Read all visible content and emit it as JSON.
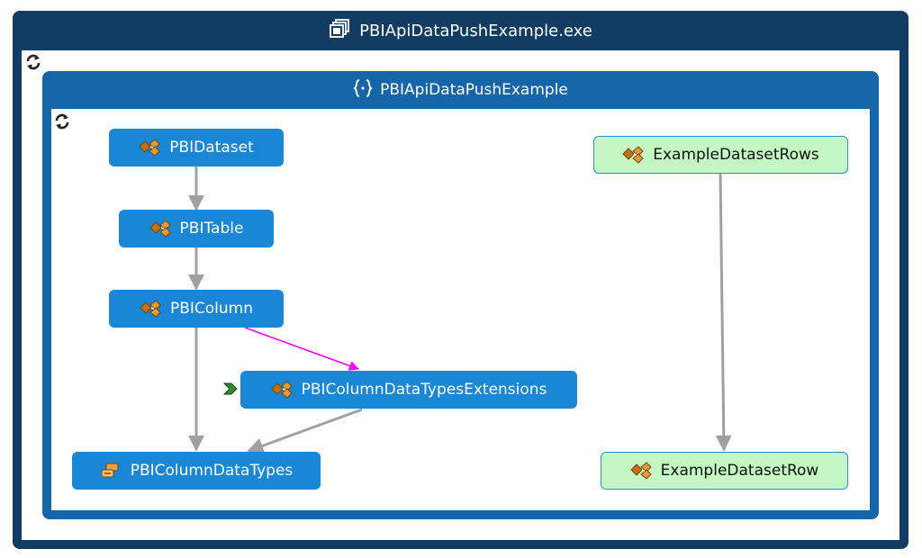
{
  "outer_group": {
    "title": "PBIApiDataPushExample.exe",
    "icon": "window-stack-icon",
    "collapse_icon": "refresh-icon"
  },
  "inner_group": {
    "title": "PBIApiDataPushExample",
    "icon": "namespace-braces-icon",
    "collapse_icon": "refresh-icon"
  },
  "nodes": {
    "pbidataset": {
      "label": "PBIDataset",
      "icon": "class-icon",
      "style": "blue"
    },
    "pbitable": {
      "label": "PBITable",
      "icon": "class-icon",
      "style": "blue"
    },
    "pbicolumn": {
      "label": "PBIColumn",
      "icon": "class-icon",
      "style": "blue"
    },
    "pbicolumndatatypesextensions": {
      "label": "PBIColumnDataTypesExtensions",
      "icon": "class-icon",
      "style": "blue",
      "marker_icon": "extension-arrow-icon"
    },
    "pbicolumndatatypes": {
      "label": "PBIColumnDataTypes",
      "icon": "enum-icon",
      "style": "blue"
    },
    "exampledatasetrows": {
      "label": "ExampleDatasetRows",
      "icon": "class-icon",
      "style": "green"
    },
    "exampledatasetrow": {
      "label": "ExampleDatasetRow",
      "icon": "class-icon",
      "style": "green"
    }
  },
  "edges": [
    {
      "from": "PBIDataset",
      "to": "PBITable",
      "color": "#a0a0a0"
    },
    {
      "from": "PBITable",
      "to": "PBIColumn",
      "color": "#a0a0a0"
    },
    {
      "from": "PBIColumn",
      "to": "PBIColumnDataTypes",
      "color": "#a0a0a0"
    },
    {
      "from": "PBIColumn",
      "to": "PBIColumnDataTypesExtensions",
      "color": "#ff00ff"
    },
    {
      "from": "PBIColumnDataTypesExtensions",
      "to": "PBIColumnDataTypes",
      "color": "#a0a0a0"
    },
    {
      "from": "ExampleDatasetRows",
      "to": "ExampleDatasetRow",
      "color": "#a0a0a0"
    }
  ],
  "colors": {
    "outer_frame": "#123c63",
    "inner_frame": "#1565a8",
    "node_blue": "#1a86d6",
    "node_green": "#c4f7c4",
    "node_green_border": "#2a8fd8"
  }
}
